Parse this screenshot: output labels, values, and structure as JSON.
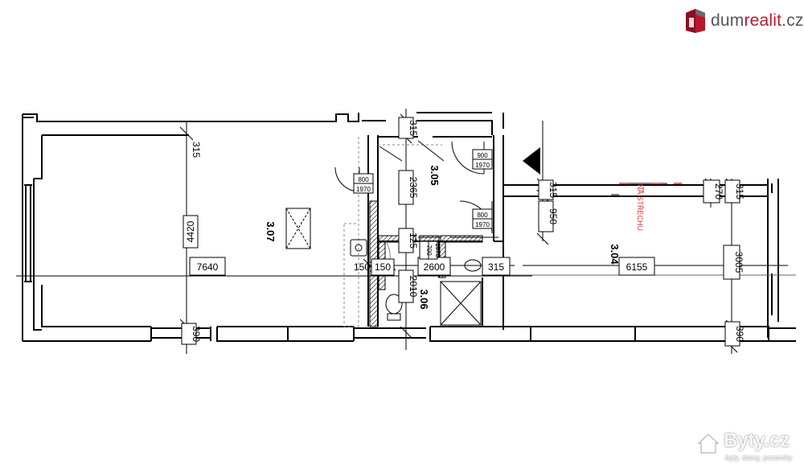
{
  "header": {
    "logo_part1": "dum",
    "logo_part2": "realit",
    "logo_part3": ".cz",
    "logo_color": "#b8182c"
  },
  "watermark": {
    "brand": "Byty.cz",
    "tagline": "byty, domy, pozemky",
    "icon": "house-icon"
  },
  "rooms": {
    "r307": "3.07",
    "r305": "3.05",
    "r306": "3.06",
    "r304": "3.04"
  },
  "note_red": "NA STŘECHU",
  "note_red_color": "#e03030",
  "dims": {
    "d315_left": "315",
    "d4420": "4420",
    "d7640": "7640",
    "d390_left": "390",
    "d315_top": "315",
    "d2365": "2365",
    "d125": "125",
    "d2600": "2600",
    "d2010": "2010",
    "d150a": "150",
    "d150b": "150",
    "d315_mid": "315",
    "d950": "950",
    "d315_door": "315",
    "d6155": "6155",
    "d3005": "3005",
    "d270": "270",
    "d315_right": "315",
    "d390_right": "390"
  },
  "doors": {
    "door1_w": "900",
    "door1_h": "1970",
    "door2_w": "800",
    "door2_h": "1970",
    "door3_w": "800",
    "door3_h": "1970",
    "door4_w": "700",
    "door4_h": "1970"
  }
}
